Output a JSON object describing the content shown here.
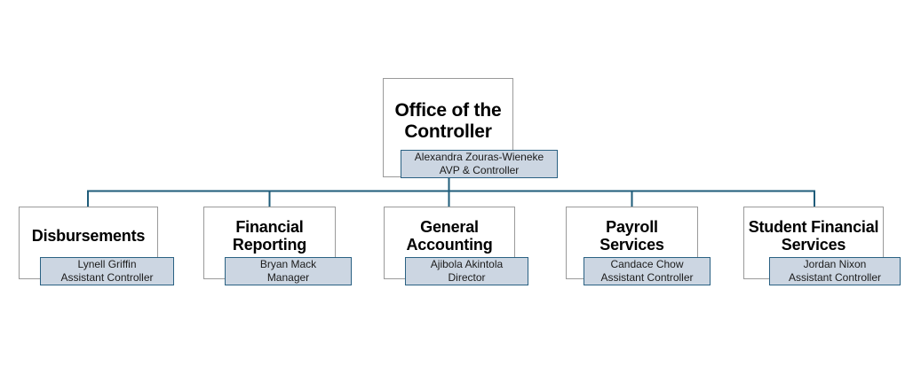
{
  "chart": {
    "type": "org-chart",
    "line_color": "#1f5c7a",
    "box_border_color": "#9a9a9a",
    "nameplate_fill": "#ccd6e2",
    "nameplate_border": "#2a6183",
    "root": {
      "unit": "Office of the Controller",
      "unit_line1": "Office of the",
      "unit_line2": "Controller",
      "person_name": "Alexandra Zouras-Wieneke",
      "person_title": "AVP & Controller"
    },
    "children": [
      {
        "unit_line1": "Disbursements",
        "unit_line2": "",
        "person_name": "Lynell Griffin",
        "person_title": "Assistant Controller"
      },
      {
        "unit_line1": "Financial",
        "unit_line2": "Reporting",
        "person_name": "Bryan Mack",
        "person_title": "Manager"
      },
      {
        "unit_line1": "General",
        "unit_line2": "Accounting",
        "person_name": "Ajibola Akintola",
        "person_title": "Director"
      },
      {
        "unit_line1": "Payroll",
        "unit_line2": "Services",
        "person_name": "Candace Chow",
        "person_title": "Assistant Controller"
      },
      {
        "unit_line1": "Student Financial",
        "unit_line2": "Services",
        "person_name": "Jordan Nixon",
        "person_title": "Assistant Controller"
      }
    ]
  }
}
